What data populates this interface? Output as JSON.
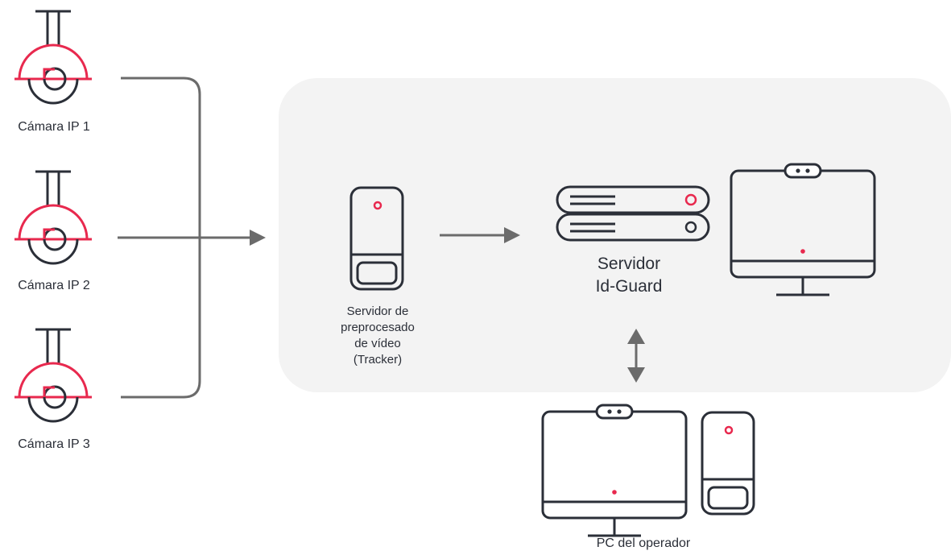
{
  "cameras": [
    {
      "label": "Cámara IP 1"
    },
    {
      "label": "Cámara IP 2"
    },
    {
      "label": "Cámara IP 3"
    }
  ],
  "tracker": {
    "lines": [
      "Servidor de",
      "preprocesado",
      "de vídeo",
      "(Tracker)"
    ]
  },
  "server": {
    "lines": [
      "Servidor",
      "Id-Guard"
    ]
  },
  "operator_pc": {
    "label": "PC del operador"
  },
  "colors": {
    "accent": "#e8294e",
    "stroke": "#2b2f38",
    "connector": "#6b6b6b",
    "panel": "#f3f3f3"
  },
  "icons": [
    "ceiling-camera-icon",
    "tower-server-icon",
    "rack-server-icon",
    "monitor-icon",
    "double-arrow-icon"
  ]
}
